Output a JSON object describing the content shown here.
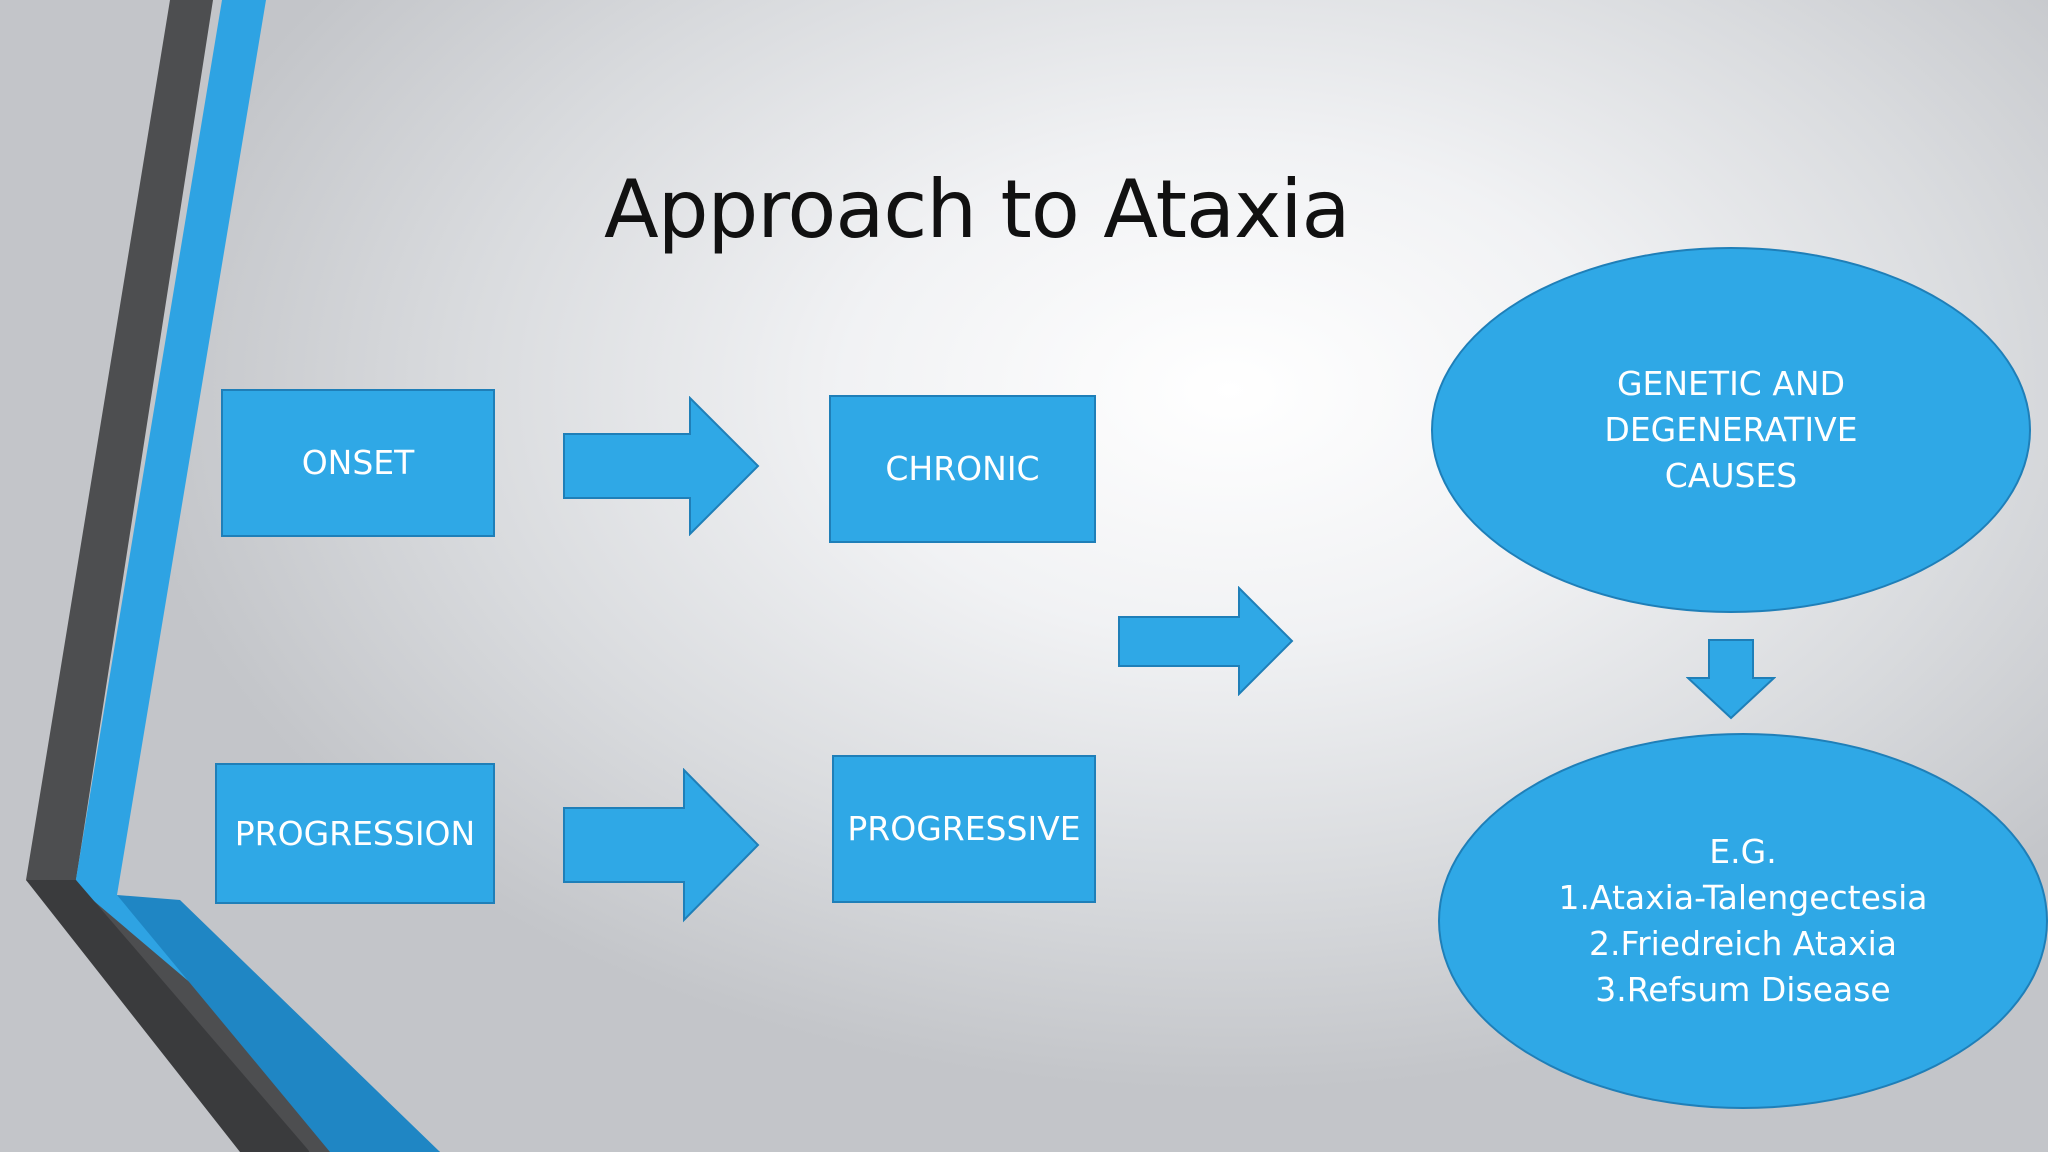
{
  "slide": {
    "title": "Approach to Ataxia"
  },
  "diagram": {
    "onset": "ONSET",
    "chronic": "CHRONIC",
    "progression": "PROGRESSION",
    "progressive": "PROGRESSIVE",
    "causes_lines": [
      "GENETIC AND",
      "DEGENERATIVE",
      "CAUSES"
    ],
    "examples_lines": [
      "E.G.",
      "1.Ataxia-Talengectesia",
      "2.Friedreich Ataxia",
      "3.Refsum Disease"
    ]
  },
  "colors": {
    "shape_fill": "#2fa8e6",
    "shape_border": "#1f7fb8",
    "accent_blue": "#2ea3e3",
    "dark_gray": "#4a4b4d"
  }
}
